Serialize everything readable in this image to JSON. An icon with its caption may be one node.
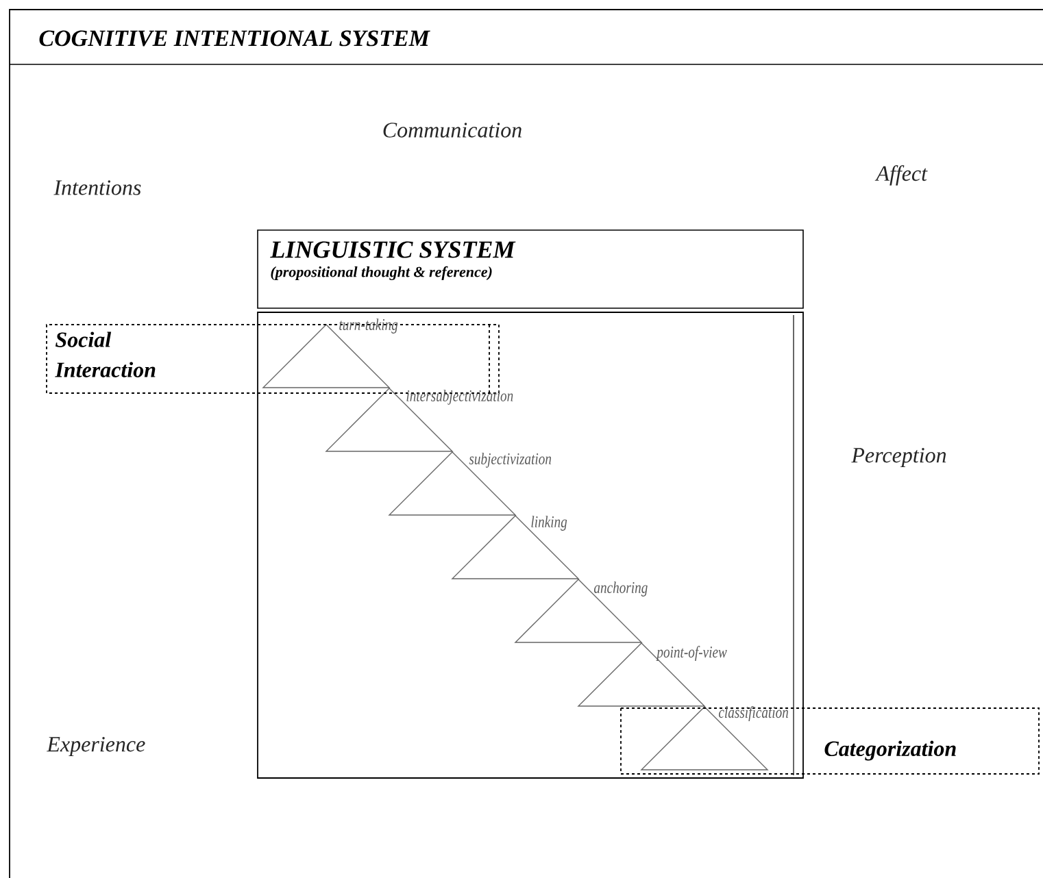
{
  "diagram": {
    "nodes": [
      {
        "text": [
          "COGNITIVE INTENTIONAL SYSTEM"
        ]
      },
      {
        "text": [
          "LINGUISTIC SYSTEM",
          "(propositional thought & reference)"
        ],
        "in": 0
      },
      {
        "text": [],
        "shape": "box",
        "in": 0
      },
      {
        "text": [
          "Social Interaction"
        ],
        "in": 0
      },
      {
        "text": [
          "Categorization"
        ],
        "in": 0
      }
    ],
    "labels": [
      "Communication",
      "Intentions",
      "Affect",
      "turn-taking",
      "intersubjectivization",
      "Perception",
      "subjectivization",
      "linking",
      "anchoring",
      "point-of-view",
      "classification",
      "Experience"
    ]
  }
}
